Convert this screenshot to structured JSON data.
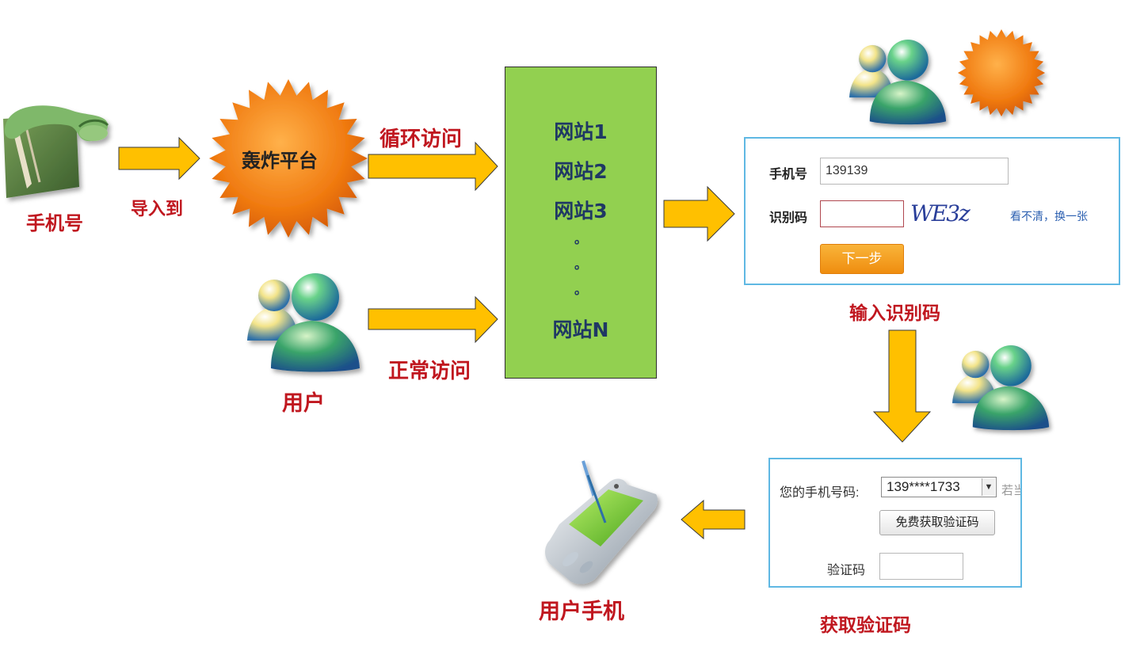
{
  "labels": {
    "phone_number": "手机号",
    "import_to": "导入到",
    "bomb_platform": "轰炸平台",
    "loop_visit": "循环访问",
    "normal_visit": "正常访问",
    "user": "用户",
    "enter_captcha": "输入识别码",
    "get_code": "获取验证码",
    "user_phone": "用户手机"
  },
  "sites": {
    "items": [
      "网站1",
      "网站2",
      "网站3",
      "网站N"
    ],
    "ellipsis": "。"
  },
  "form_captcha": {
    "phone_label": "手机号",
    "phone_value": "139139",
    "captcha_label": "识别码",
    "captcha_value": "",
    "captcha_image_text": "WE3z",
    "refresh_link": "看不清，换一张",
    "next_button": "下一步"
  },
  "form_sms": {
    "phone_label": "您的手机号码:",
    "phone_selected": "139****1733",
    "trailing_text": "若当",
    "get_code_button": "免费获取验证码",
    "code_label": "验证码",
    "code_value": ""
  },
  "colors": {
    "label_red": "#c0171f",
    "sites_green": "#92d050",
    "arrow_fill": "#ffc000",
    "starburst_orange": "#f07a10",
    "form_border": "#5fb8e3"
  }
}
